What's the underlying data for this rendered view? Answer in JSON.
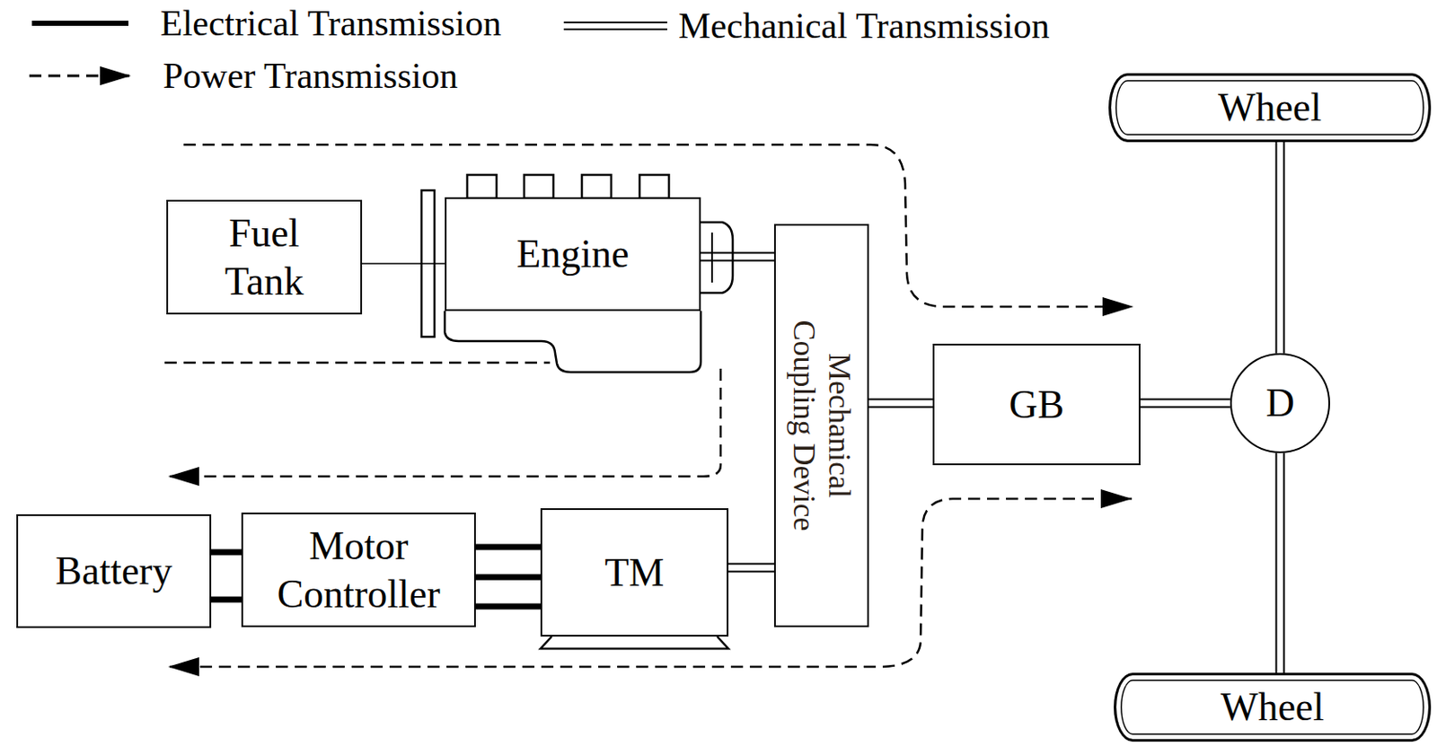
{
  "diagram": {
    "nodes": [
      {
        "text": [
          "Wheel"
        ]
      },
      {
        "text": [
          "Fuel Tank"
        ]
      },
      {
        "text": [
          "Engine"
        ]
      },
      {
        "text": [
          "Mechanical Coupling Device"
        ]
      },
      {
        "text": [
          "GB"
        ]
      },
      {
        "text": [
          "D"
        ]
      },
      {
        "text": [
          "Battery"
        ]
      },
      {
        "text": [
          "Motor Controller"
        ]
      },
      {
        "text": [
          "TM"
        ]
      },
      {
        "text": [
          "Wheel"
        ]
      }
    ],
    "edges": [
      {
        "from": 1,
        "to": 2,
        "arrow": "none"
      },
      {
        "from": 2,
        "to": 3,
        "arrow": "none"
      },
      {
        "from": 8,
        "to": 3,
        "arrow": "none"
      },
      {
        "from": 3,
        "to": 4,
        "arrow": "none"
      },
      {
        "from": 4,
        "to": 5,
        "arrow": "none"
      },
      {
        "from": 5,
        "to": 0,
        "arrow": "none"
      },
      {
        "from": 5,
        "to": 9,
        "arrow": "none"
      },
      {
        "from": 6,
        "to": 7,
        "arrow": "none"
      },
      {
        "from": 7,
        "to": 8,
        "arrow": "none"
      }
    ],
    "legend": [
      {
        "text": "Electrical Transmission"
      },
      {
        "text": "Mechanical Transmission"
      },
      {
        "text": "Power Transmission"
      }
    ]
  }
}
